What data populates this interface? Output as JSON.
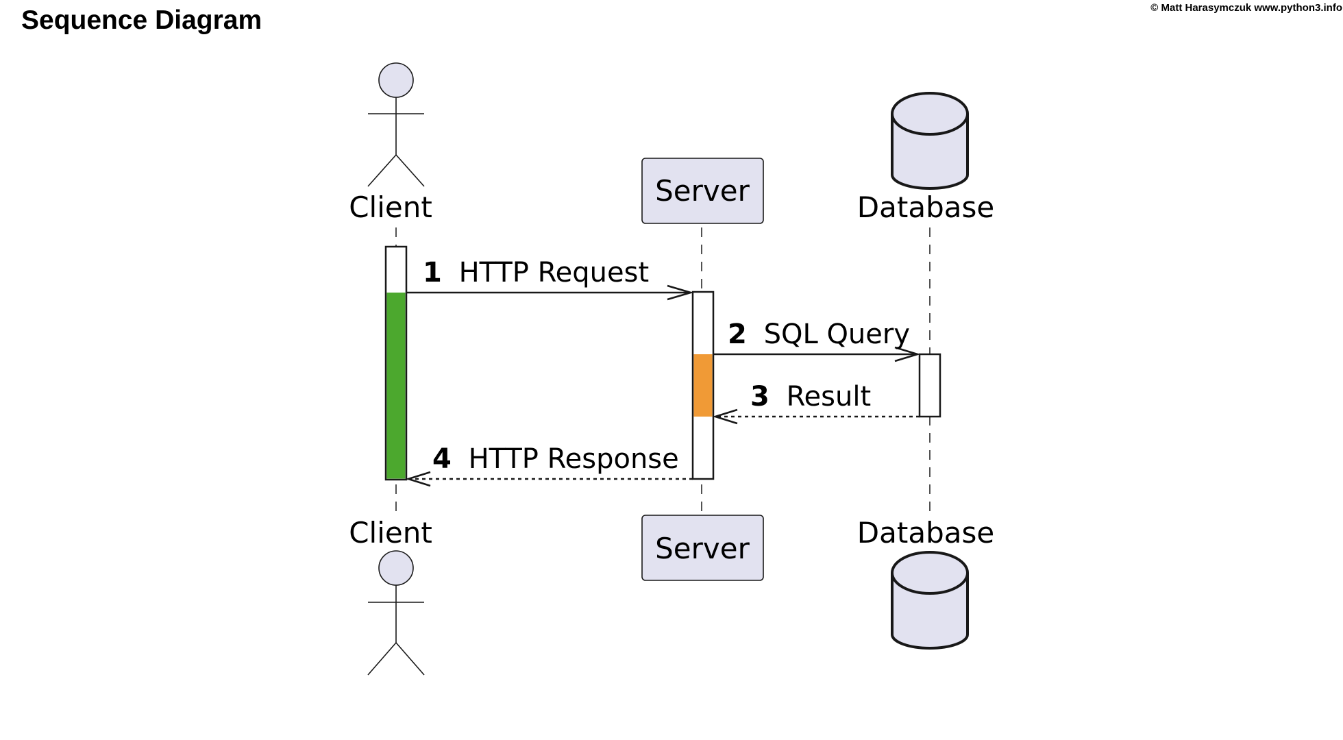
{
  "title": "Sequence Diagram",
  "copyright": "© Matt Harasymczuk www.python3.info",
  "colors": {
    "participant_fill": "#e2e2f0",
    "client_activation_highlight": "#4ca82e",
    "server_activation_highlight": "#f09a36",
    "line": "#181818"
  },
  "participants": [
    {
      "id": "client",
      "label": "Client",
      "type": "actor",
      "icon": "actor-stick-figure"
    },
    {
      "id": "server",
      "label": "Server",
      "type": "participant",
      "icon": "participant-box"
    },
    {
      "id": "database",
      "label": "Database",
      "type": "database",
      "icon": "database-cylinder"
    }
  ],
  "messages": [
    {
      "number": "1",
      "text": "HTTP Request",
      "from": "client",
      "to": "server",
      "style": "solid"
    },
    {
      "number": "2",
      "text": "SQL Query",
      "from": "server",
      "to": "database",
      "style": "solid"
    },
    {
      "number": "3",
      "text": "Result",
      "from": "database",
      "to": "server",
      "style": "dashed"
    },
    {
      "number": "4",
      "text": "HTTP Response",
      "from": "server",
      "to": "client",
      "style": "dashed"
    }
  ]
}
